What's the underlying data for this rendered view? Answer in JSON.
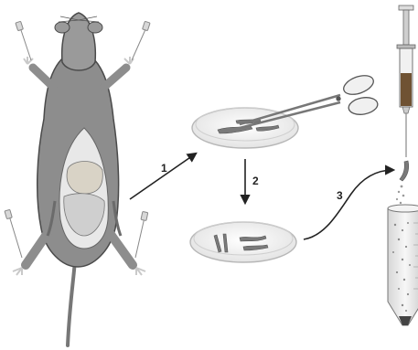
{
  "steps": [
    {
      "label": "1"
    },
    {
      "label": "2"
    },
    {
      "label": "3"
    }
  ],
  "colors": {
    "mouse_body": "#8d8d8d",
    "mouse_outline": "#4a4a4a",
    "mouse_skin": "#c9c9c9",
    "abdomen": "#d9d3c6",
    "dish_rim": "#b7b7b7",
    "bone": "#7a7a7a",
    "syringe_fluid": "#6f5233",
    "tube": "#e9e9e9",
    "arrow": "#222222"
  }
}
